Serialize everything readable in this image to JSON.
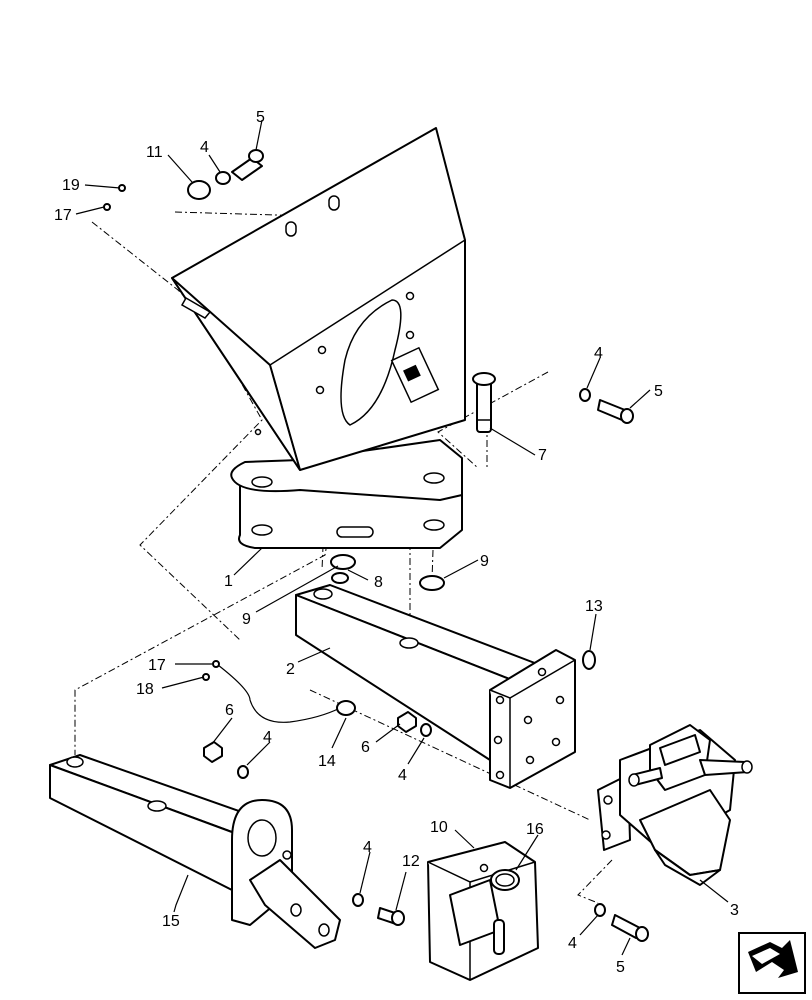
{
  "diagram": {
    "callouts": {
      "c1": "1",
      "c2": "2",
      "c3": "3",
      "c4a": "4",
      "c4b": "4",
      "c4c": "4",
      "c4d": "4",
      "c4e": "4",
      "c5a": "5",
      "c5b": "5",
      "c5c": "5",
      "c6a": "6",
      "c6b": "6",
      "c7": "7",
      "c8": "8",
      "c9a": "9",
      "c9b": "9",
      "c10": "10",
      "c11": "11",
      "c12": "12",
      "c13": "13",
      "c14": "14",
      "c15": "15",
      "c16": "16",
      "c17a": "17",
      "c17b": "17",
      "c18": "18",
      "c19a": "19"
    },
    "nav_icon": "next-page-arrow-icon"
  }
}
